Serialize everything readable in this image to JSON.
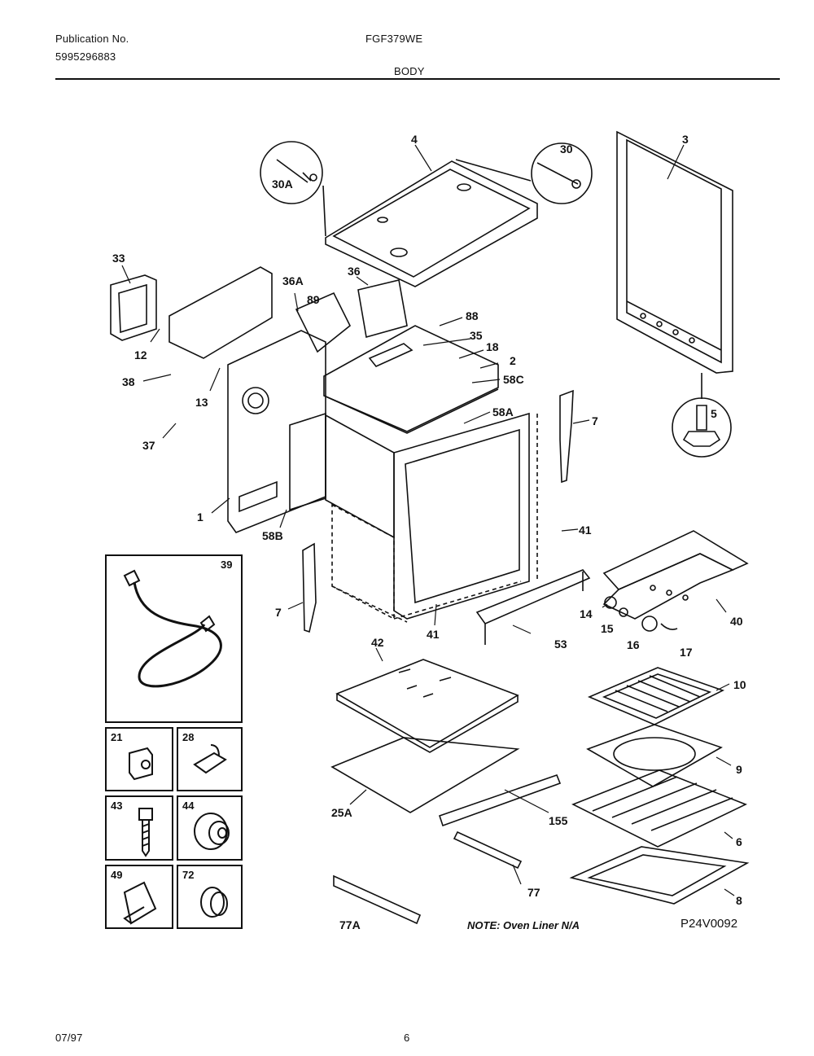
{
  "header": {
    "publication_label": "Publication No.",
    "publication_number": "5995296883",
    "model": "FGF379WE",
    "section": "BODY"
  },
  "callouts": [
    "30A",
    "4",
    "30",
    "3",
    "33",
    "36A",
    "36",
    "89",
    "88",
    "35",
    "18",
    "2",
    "58C",
    "12",
    "38",
    "13",
    "58A",
    "7",
    "5",
    "37",
    "1",
    "58B",
    "39",
    "41",
    "40",
    "14",
    "15",
    "16",
    "17",
    "53",
    "42",
    "10",
    "21",
    "28",
    "9",
    "25A",
    "155",
    "43",
    "44",
    "6",
    "49",
    "72",
    "77A",
    "77",
    "8"
  ],
  "boxes": {
    "cord": "39",
    "parts": [
      "21",
      "28",
      "43",
      "44",
      "49",
      "72"
    ]
  },
  "note": "NOTE: Oven Liner N/A",
  "diagram_id": "P24V0092",
  "footer": {
    "date": "07/97",
    "page": "6"
  }
}
